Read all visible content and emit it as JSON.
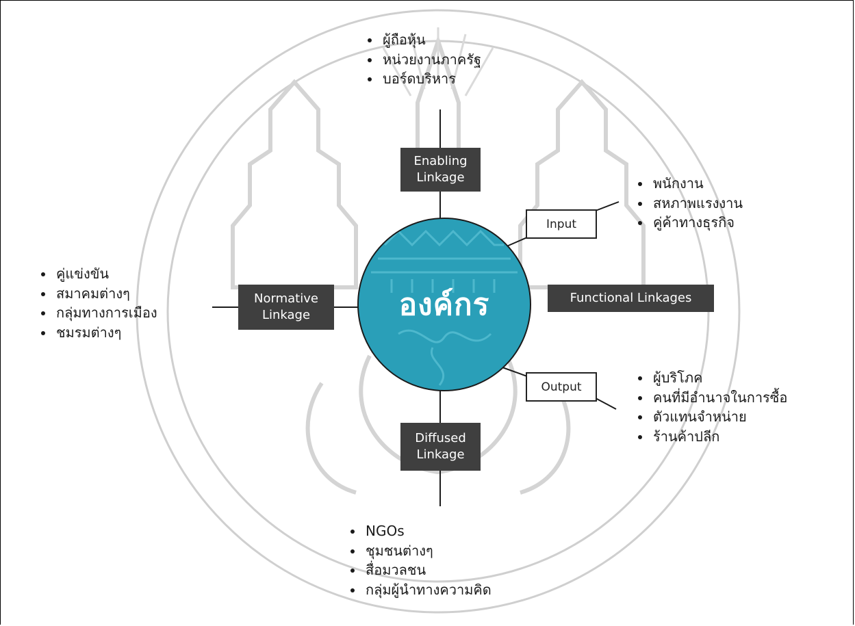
{
  "center": {
    "label": "องค์กร"
  },
  "colors": {
    "box_fill": "#3f3f3f",
    "circle_fill": "#2a9fb8",
    "watermark": "#c8c8c8"
  },
  "enabling": {
    "box": "Enabling\nLinkage",
    "items": [
      "ผู้ถือหุ้น",
      "หน่วยงานภาครัฐ",
      "บอร์ดบริหาร"
    ]
  },
  "normative": {
    "box": "Normative\nLinkage",
    "items": [
      "คู่แข่งขัน",
      "สมาคมต่างๆ",
      "กลุ่มทางการเมือง",
      "ชมรมต่างๆ"
    ]
  },
  "functional": {
    "box": "Functional Linkages"
  },
  "input": {
    "box": "Input",
    "items": [
      "พนักงาน",
      "สหภาพแรงงาน",
      "คู่ค้าทางธุรกิจ"
    ]
  },
  "output": {
    "box": "Output",
    "items": [
      "ผู้บริโภค",
      "คนที่มีอำนาจในการซื้อ",
      "ตัวแทนจำหน่าย",
      "ร้านค้าปลีก"
    ]
  },
  "diffused": {
    "box": "Diffused\nLinkage",
    "items": [
      "NGOs",
      "ชุมชนต่างๆ",
      "สื่อมวลชน",
      "กลุ่มผู้นำทางความคิด"
    ]
  }
}
